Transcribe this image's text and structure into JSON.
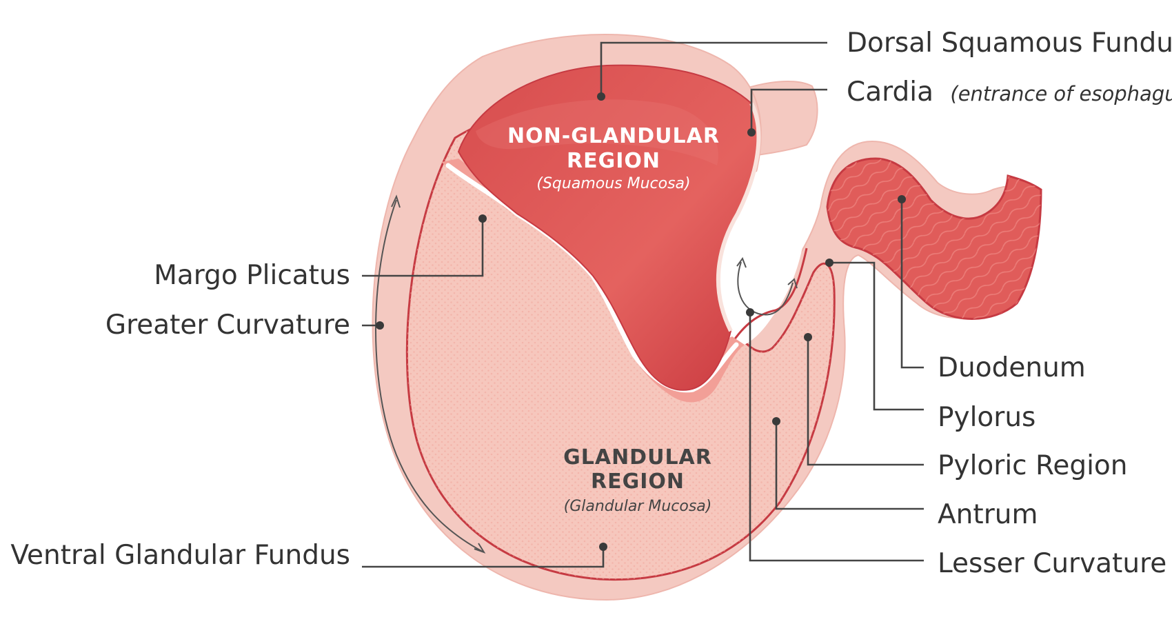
{
  "colors": {
    "outer_wall": "#f4c9c1",
    "outer_wall_edge": "#eeb6ad",
    "glandular": "#f6c7bd",
    "glandular_dots": "#f0a79c",
    "non_glandular": "#de5e5b",
    "non_glandular_dark": "#c0393d",
    "outline": "#c63a42",
    "plicatus_band": "#f29f97",
    "label_text": "#333333",
    "leader_line": "#444444"
  },
  "regions": {
    "non_glandular": {
      "title_line1": "NON-GLANDULAR",
      "title_line2": "REGION",
      "subtitle": "(Squamous Mucosa)"
    },
    "glandular": {
      "title_line1": "GLANDULAR",
      "title_line2": "REGION",
      "subtitle": "(Glandular Mucosa)"
    }
  },
  "labels": {
    "dorsal_squamous_fundus": "Dorsal Squamous Fundus",
    "cardia": "Cardia",
    "cardia_note": "(entrance of esophagus)",
    "margo_plicatus": "Margo Plicatus",
    "greater_curvature": "Greater Curvature",
    "ventral_glandular_fundus": "Ventral Glandular Fundus",
    "duodenum": "Duodenum",
    "pylorus": "Pylorus",
    "pyloric_region": "Pyloric Region",
    "antrum": "Antrum",
    "lesser_curvature": "Lesser Curvature"
  }
}
